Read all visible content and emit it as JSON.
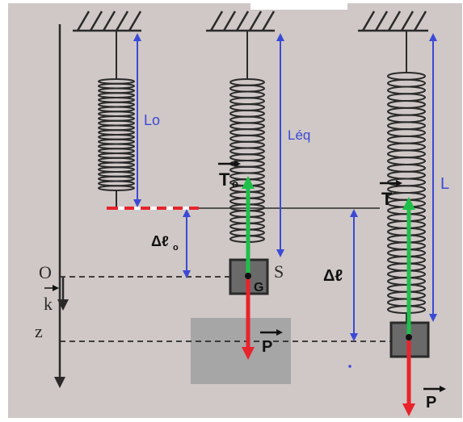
{
  "labels": {
    "L0": "Lo",
    "Leq": "Léq",
    "L": "L",
    "T0": "T",
    "T0_sub": "o",
    "T": "T",
    "P1": "P",
    "P2": "P",
    "dl0": "Δℓ",
    "dl0_sub": "o",
    "dl": "Δℓ",
    "O": "O",
    "k": "k",
    "z": "z",
    "S": "S",
    "G": "G"
  },
  "colors": {
    "paper": "#cfc8c6",
    "ink": "#2a2a2a",
    "blue": "#3b49d6",
    "green": "#1fbf4a",
    "red": "#e8232b",
    "mass": "#6a6a6a",
    "grey_patch": "#a6a6a6"
  }
}
